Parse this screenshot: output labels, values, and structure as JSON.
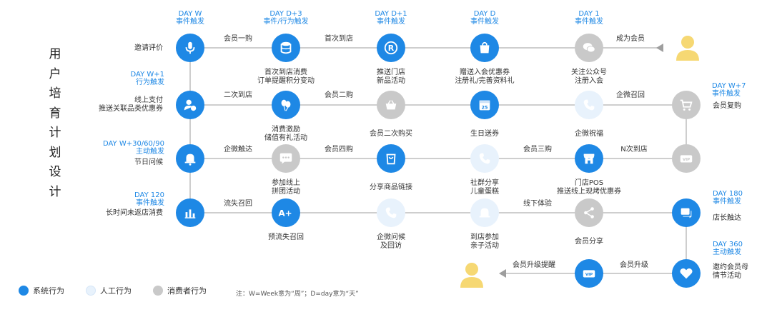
{
  "title": "用户培育计划设计",
  "colors": {
    "system": "#1e88e5",
    "manual": "#e8f2fc",
    "consumer": "#c9c9c9",
    "line": "#bdbdbd",
    "arrow": "#9e9e9e"
  },
  "day_labels": {
    "w": [
      "DAY W",
      "事件触发"
    ],
    "d3": [
      "DAY D+3",
      "事件/行为触发"
    ],
    "d1": [
      "DAY D+1",
      "事件触发"
    ],
    "d": [
      "DAY D",
      "事件触发"
    ],
    "day1": [
      "DAY 1",
      "事件触发"
    ],
    "w1": [
      "DAY W+1",
      "行为触发"
    ],
    "w7": [
      "DAY W+7",
      "事件触发"
    ],
    "w30": [
      "DAY W+30/60/90",
      "主动触发"
    ],
    "d120": [
      "DAY 120",
      "事件触发"
    ],
    "d180": [
      "DAY 180",
      "事件触发"
    ],
    "d360": [
      "DAY 360",
      "主动触发"
    ]
  },
  "nodes": {
    "r1": [
      "邀请评价",
      "首次到店消费\n订单提醒积分变动",
      "推送门店\n新品活动",
      "赠送入会优惠券\n注册礼/完善资料礼",
      "关注公众号\n注册入会"
    ],
    "r2": [
      "线上支付\n推送关联品类优惠券",
      "消费激励\n储值有礼活动",
      "会员二次购买",
      "生日送券",
      "企微祝福",
      "会员复购"
    ],
    "r3": [
      "节日问候",
      "参加线上\n拼团活动",
      "分享商品链接",
      "社群分享\n儿童蛋糕",
      "门店POS\n推送线上现烤优惠券"
    ],
    "r4": [
      "长时间未返店消费",
      "预流失召回",
      "企微问候\n及回访",
      "到店参加\n亲子活动",
      "会员分享",
      "店长触达"
    ],
    "r5": [
      "邀约会员母\n情节活动"
    ]
  },
  "edges": {
    "r1": [
      "会员一购",
      "首次到店",
      "成为会员"
    ],
    "r2": [
      "二次到店",
      "会员二购",
      "企微召回"
    ],
    "r3": [
      "企微触达",
      "会员四购",
      "会员三购",
      "N次到店"
    ],
    "r4": [
      "流失召回",
      "线下体验"
    ],
    "r5": [
      "会员升级提醒",
      "会员升级"
    ]
  },
  "legend": [
    {
      "label": "系统行为",
      "type": "system"
    },
    {
      "label": "人工行为",
      "type": "manual"
    },
    {
      "label": "消费者行为",
      "type": "consumer"
    }
  ],
  "note": "注：W=Week意为“周”；D=day意为“天”"
}
